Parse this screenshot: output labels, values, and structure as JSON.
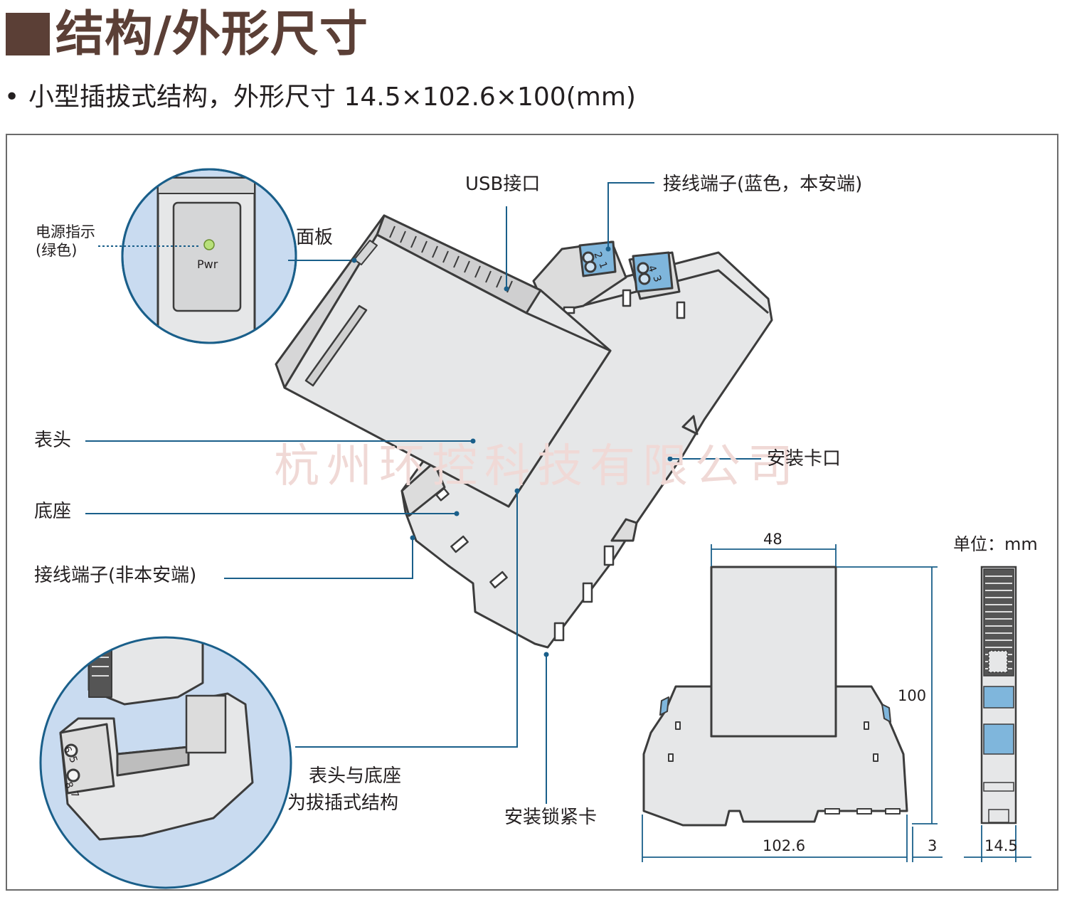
{
  "title": "■结构/外形尺寸",
  "title_text": "结构/外形尺寸",
  "bullet": "•",
  "subtitle": "小型插拔式结构，外形尺寸 14.5×102.6×100(mm)",
  "watermark": "杭州环控科技有限公司",
  "labels": {
    "power_indicator_1": "电源指示",
    "power_indicator_2": "(绿色)",
    "pwr": "Pwr",
    "panel": "面板",
    "usb": "USB接口",
    "terminal_blue": "接线端子(蓝色，本安端)",
    "meter_head": "表头",
    "base": "底座",
    "terminal_nonsafe": "接线端子(非本安端)",
    "mount_clip": "安装卡口",
    "plug_struct_1": "表头与底座",
    "plug_struct_2": "为拔插式结构",
    "lock_clip": "安装锁紧卡",
    "unit": "单位：mm"
  },
  "terminal_numbers": [
    "2",
    "1",
    "4",
    "3",
    "6",
    "5",
    "8",
    "7"
  ],
  "dimensions": {
    "width_top": "48",
    "height": "100",
    "length": "102.6",
    "offset": "3",
    "thickness": "14.5"
  },
  "colors": {
    "title": "#5b3f36",
    "leader": "#1a5f8a",
    "terminal_blue": "#7fb6dc",
    "circle_fill": "#c9dbf0",
    "device_fill": "#e6e7e8",
    "outline": "#3c3c3c",
    "watermark": "#f0d9d6"
  }
}
